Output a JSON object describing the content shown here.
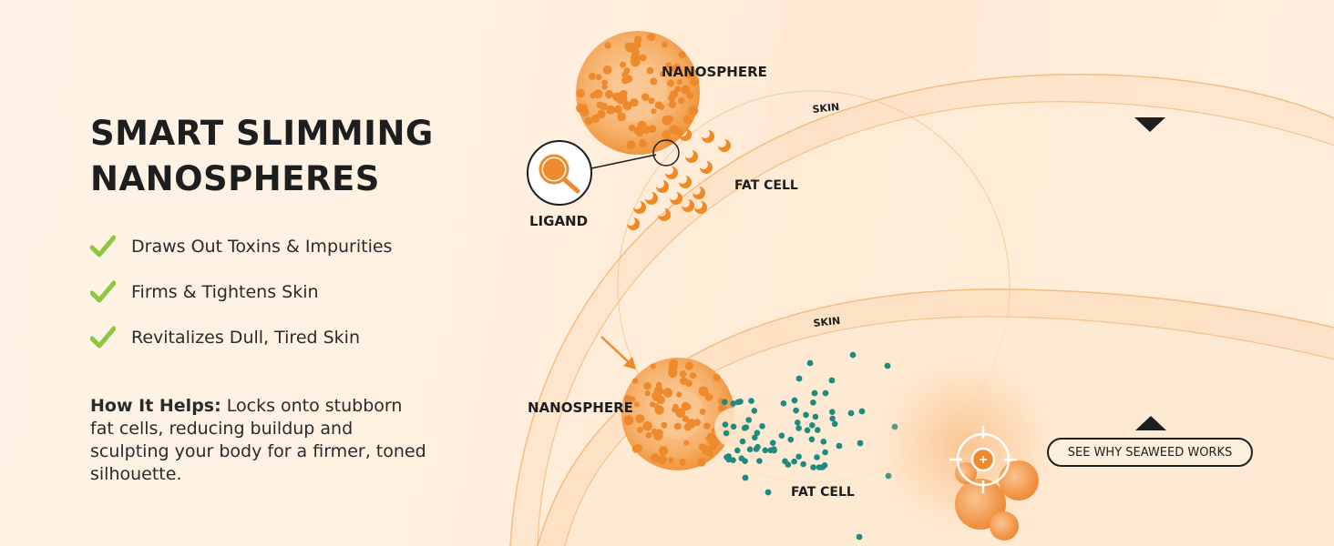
{
  "heading": {
    "line1": "SMART SLIMMING",
    "line2": "NANOSPHERES"
  },
  "benefits": [
    {
      "icon": "check-icon",
      "label": "Draws Out Toxins & Impurities"
    },
    {
      "icon": "check-icon",
      "label": "Firms & Tightens Skin"
    },
    {
      "icon": "check-icon",
      "label": "Revitalizes Dull, Tired Skin"
    }
  ],
  "how_it_helps": {
    "label": "How It Helps:",
    "text": " Locks onto stubborn fat cells, reducing buildup and sculpting your body for a firmer, toned silhouette."
  },
  "diagram": {
    "top": {
      "nanosphere_label": "NANOSPHERE",
      "skin_label": "SKIN",
      "ligand_label": "LIGAND",
      "fat_cell_label": "FAT CELL"
    },
    "bottom": {
      "nanosphere_label": "NANOSPHERE",
      "skin_label": "SKIN",
      "fat_cell_label": "FAT CELL"
    }
  },
  "cta": {
    "label": "SEE WHY SEAWEED WORKS"
  },
  "colors": {
    "orange": "#f08a24",
    "orange_light": "#f7b26a",
    "teal": "#1f8a80",
    "check_green": "#8dc63f",
    "text": "#1e1e1e"
  }
}
